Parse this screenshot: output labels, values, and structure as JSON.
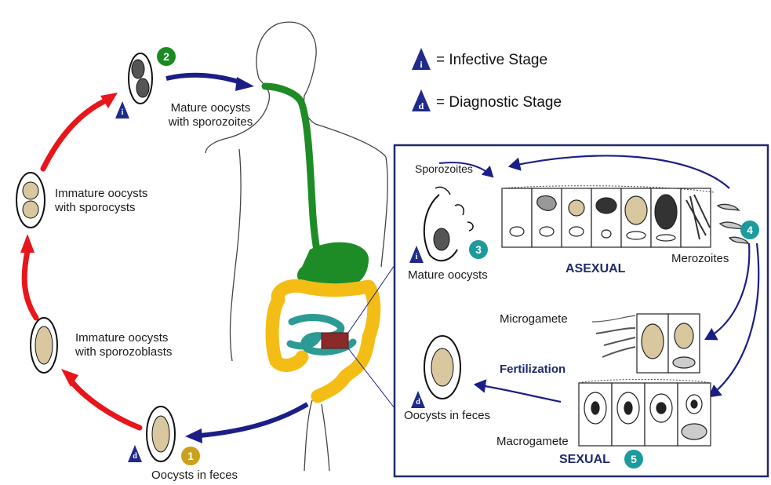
{
  "legend": {
    "infective_symbol": "i",
    "infective_text": "= Infective Stage",
    "diagnostic_symbol": "d",
    "diagnostic_text": "= Diagnostic Stage"
  },
  "external_cycle": {
    "step1_label": "Oocysts in feces",
    "step1_number": "1",
    "step2_label_line1": "Mature oocysts",
    "step2_label_line2": "with sporozoites",
    "step2_number": "2",
    "sporocysts_line1": "Immature oocysts",
    "sporocysts_line2": "with sporocysts",
    "sporozoblasts_line1": "Immature oocysts",
    "sporozoblasts_line2": "with sporozoblasts"
  },
  "inset": {
    "sporozoites": "Sporozoites",
    "mature_oocysts": "Mature oocysts",
    "step3_number": "3",
    "asexual": "ASEXUAL",
    "merozoites": "Merozoites",
    "step4_number": "4",
    "microgamete": "Microgamete",
    "fertilization": "Fertilization",
    "oocysts_in_feces": "Oocysts in feces",
    "macrogamete": "Macrogamete",
    "sexual": "SEXUAL",
    "step5_number": "5"
  },
  "colors": {
    "cycle_arrow_red": "#e8161b",
    "flow_arrow_blue": "#1b1f85",
    "badge_green": "#1a8a22",
    "badge_gold": "#c9a11a",
    "badge_teal": "#1d9b9c",
    "gut_green": "#1e8c26",
    "colon_yellow": "#f4bd15",
    "small_intestine_teal": "#2b9b94",
    "inset_border": "#1f2a6b"
  }
}
